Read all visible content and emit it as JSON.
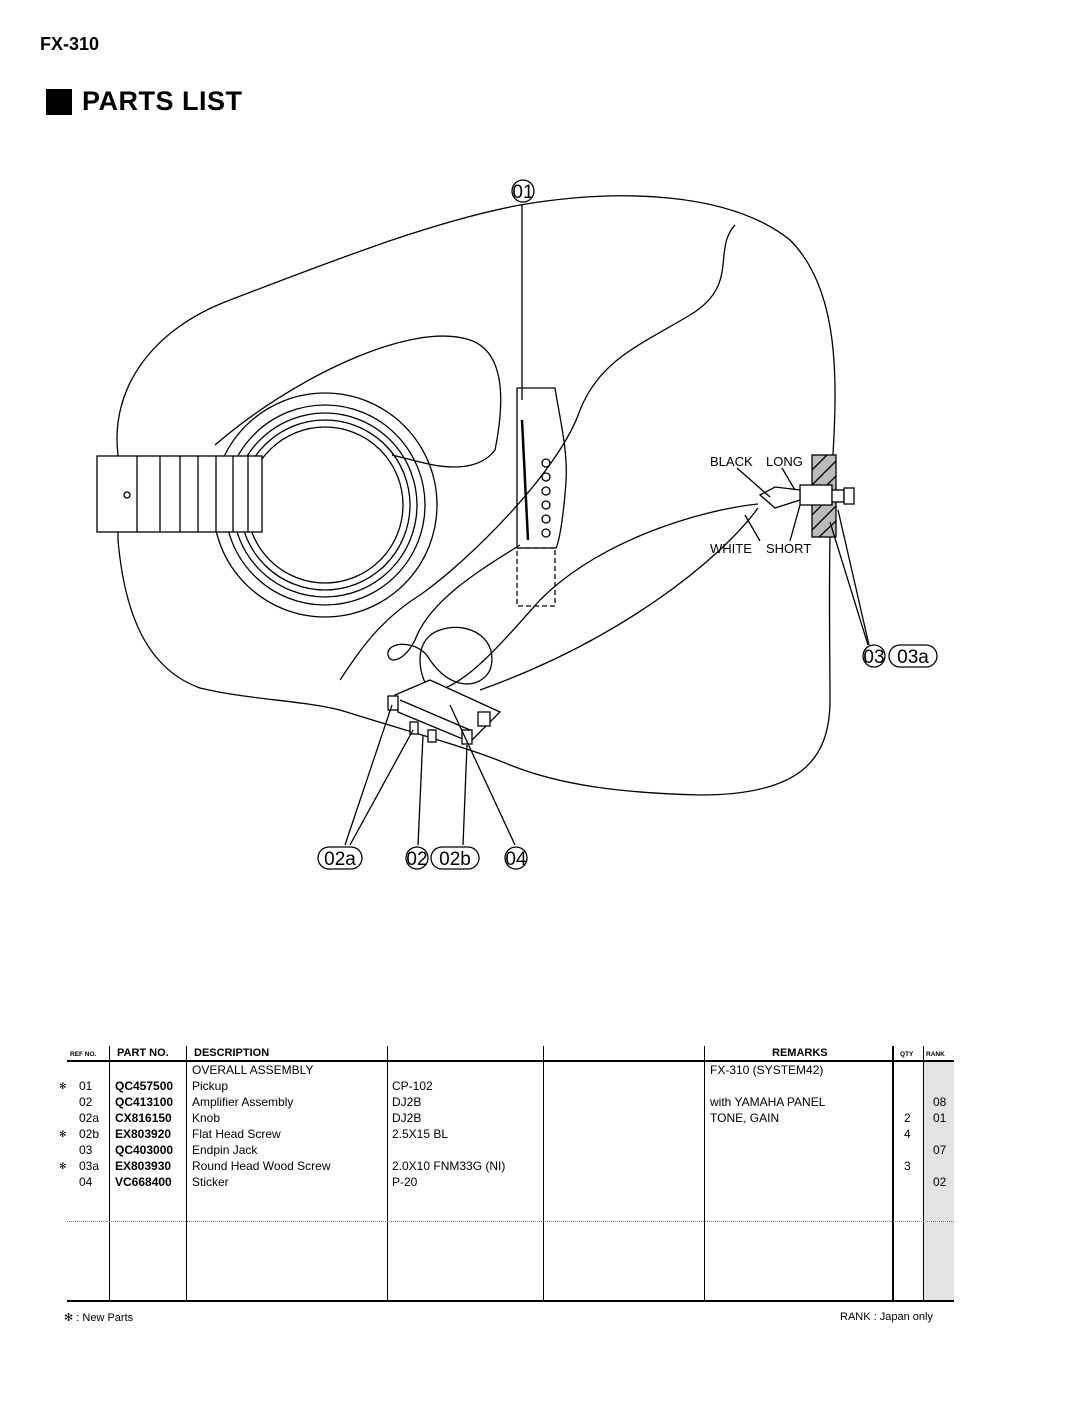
{
  "model": "FX-310",
  "heading": "PARTS LIST",
  "diagram": {
    "callouts": {
      "c01": "01",
      "c03": "03",
      "c03a": "03a",
      "c02a": "02a",
      "c02": "02",
      "c02b": "02b",
      "c04": "04"
    },
    "wire_labels": {
      "black": "BLACK",
      "long": "LONG",
      "white": "WHITE",
      "short": "SHORT"
    }
  },
  "table": {
    "headers": {
      "ref": "REF NO.",
      "part": "PART NO.",
      "desc": "DESCRIPTION",
      "remarks": "REMARKS",
      "qty": "QTY",
      "rank": "RANK"
    },
    "rows": [
      {
        "star": "",
        "ref": "",
        "part": "",
        "desc": "OVERALL ASSEMBLY",
        "spec": "",
        "remarks": "FX-310 (SYSTEM42)",
        "qty": "",
        "rank": ""
      },
      {
        "star": "✻",
        "ref": "01",
        "part": "QC457500",
        "desc": "Pickup",
        "spec": "CP-102",
        "remarks": "",
        "qty": "",
        "rank": ""
      },
      {
        "star": "",
        "ref": "02",
        "part": "QC413100",
        "desc": "Amplifier Assembly",
        "spec": "DJ2B",
        "remarks": "with YAMAHA PANEL",
        "qty": "",
        "rank": "08"
      },
      {
        "star": "",
        "ref": "02a",
        "part": "CX816150",
        "desc": "Knob",
        "spec": "DJ2B",
        "remarks": "TONE, GAIN",
        "qty": "2",
        "rank": "01"
      },
      {
        "star": "✻",
        "ref": "02b",
        "part": "EX803920",
        "desc": "Flat Head Screw",
        "spec": "2.5X15 BL",
        "remarks": "",
        "qty": "4",
        "rank": ""
      },
      {
        "star": "",
        "ref": "03",
        "part": "QC403000",
        "desc": "Endpin Jack",
        "spec": "",
        "remarks": "",
        "qty": "",
        "rank": "07"
      },
      {
        "star": "✻",
        "ref": "03a",
        "part": "EX803930",
        "desc": "Round Head Wood Screw",
        "spec": "2.0X10 FNM33G (NI)",
        "remarks": "",
        "qty": "3",
        "rank": ""
      },
      {
        "star": "",
        "ref": "04",
        "part": "VC668400",
        "desc": "Sticker",
        "spec": "P-20",
        "remarks": "",
        "qty": "",
        "rank": "02"
      }
    ]
  },
  "footer": {
    "new_parts": "✻ : New Parts",
    "rank_note": "RANK : Japan only"
  }
}
